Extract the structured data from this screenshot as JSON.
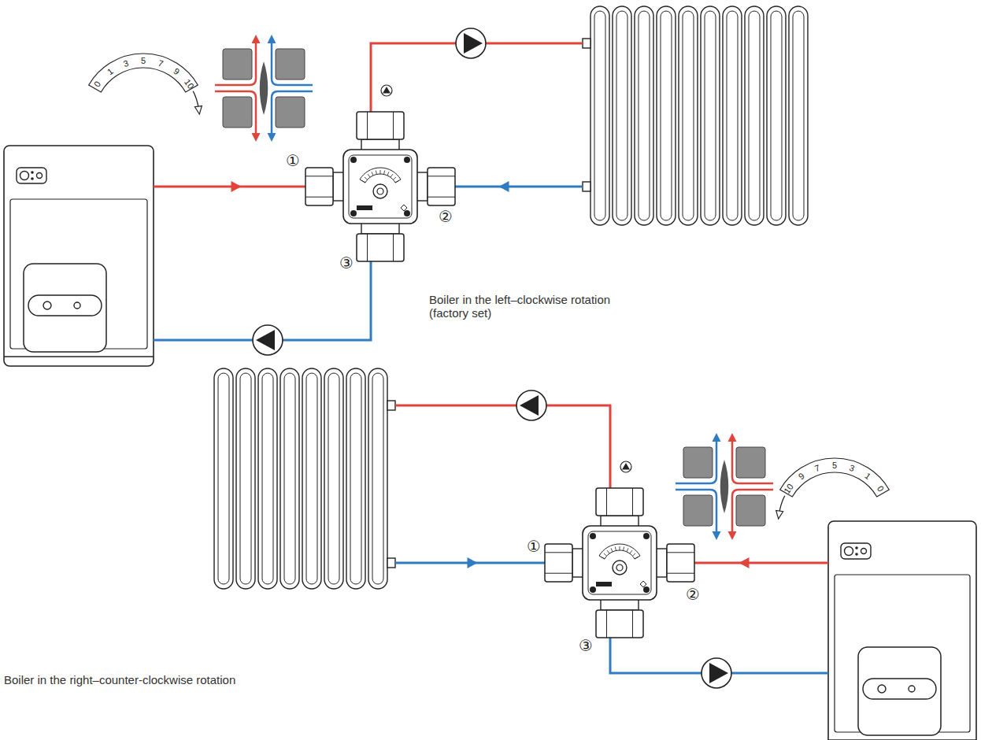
{
  "diagram": {
    "labels": [
      "0",
      "1",
      "3",
      "5",
      "7",
      "9",
      "10",
      "①",
      "②",
      "③",
      "Boiler in the left–clockwise rotation (factory set)",
      "10",
      "9",
      "7",
      "5",
      "3",
      "1",
      "0",
      "①",
      "②",
      "③",
      "Boiler in the right–counter-clockwise rotation"
    ]
  }
}
